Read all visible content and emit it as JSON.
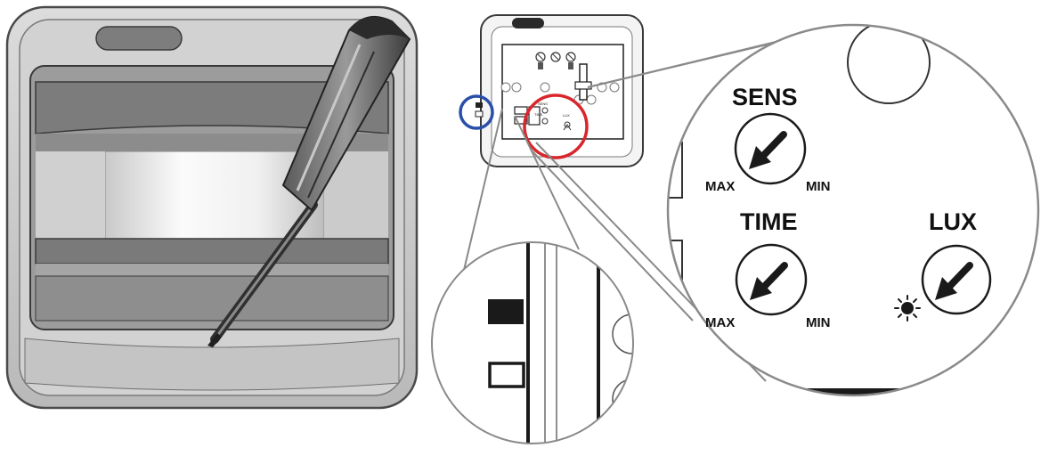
{
  "diagram": {
    "zoom_labels": {
      "sens": "SENS",
      "time": "TIME",
      "lux": "LUX",
      "sens_max": "MAX",
      "sens_min": "MIN",
      "time_max": "MAX",
      "time_min": "MIN"
    },
    "board_labels": {
      "sens": "SENS",
      "time": "TIME",
      "lux": "LUX"
    },
    "highlight_colors": {
      "switch_marker": "#2a4fa8",
      "knob_marker": "#d8262c"
    },
    "icons": {
      "sun": "sun-icon",
      "moon": "moon-icon",
      "screwdriver": "screwdriver-icon"
    }
  }
}
